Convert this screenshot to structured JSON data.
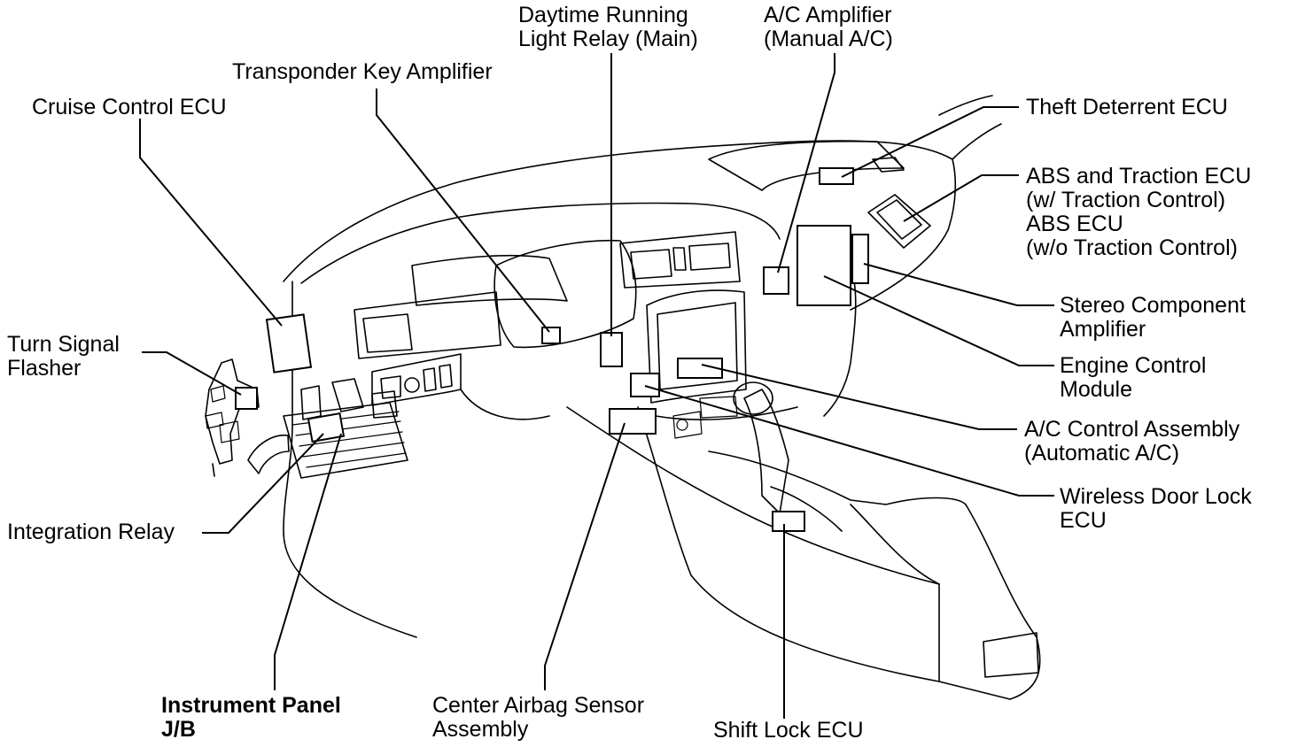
{
  "labels": {
    "daytime_running_light_relay": [
      "Daytime Running",
      "Light Relay (Main)"
    ],
    "ac_amplifier": [
      "A/C Amplifier",
      "(Manual A/C)"
    ],
    "transponder_key_amplifier": [
      "Transponder Key Amplifier"
    ],
    "cruise_control_ecu": [
      "Cruise Control ECU"
    ],
    "theft_deterrent_ecu": [
      "Theft Deterrent ECU"
    ],
    "abs_ecu": [
      "ABS and Traction ECU",
      "(w/ Traction Control)",
      "ABS ECU",
      "(w/o Traction Control)"
    ],
    "turn_signal_flasher": [
      "Turn Signal",
      "Flasher"
    ],
    "stereo_component_amplifier": [
      "Stereo Component",
      "Amplifier"
    ],
    "engine_control_module": [
      "Engine Control",
      "Module"
    ],
    "ac_control_assembly": [
      "A/C Control Assembly",
      "(Automatic A/C)"
    ],
    "integration_relay": [
      "Integration Relay"
    ],
    "wireless_door_lock_ecu": [
      "Wireless Door Lock",
      "ECU"
    ],
    "instrument_panel_jb": [
      "Instrument Panel",
      "J/B"
    ],
    "center_airbag_sensor": [
      "Center Airbag Sensor",
      "Assembly"
    ],
    "shift_lock_ecu": [
      "Shift Lock ECU"
    ]
  }
}
